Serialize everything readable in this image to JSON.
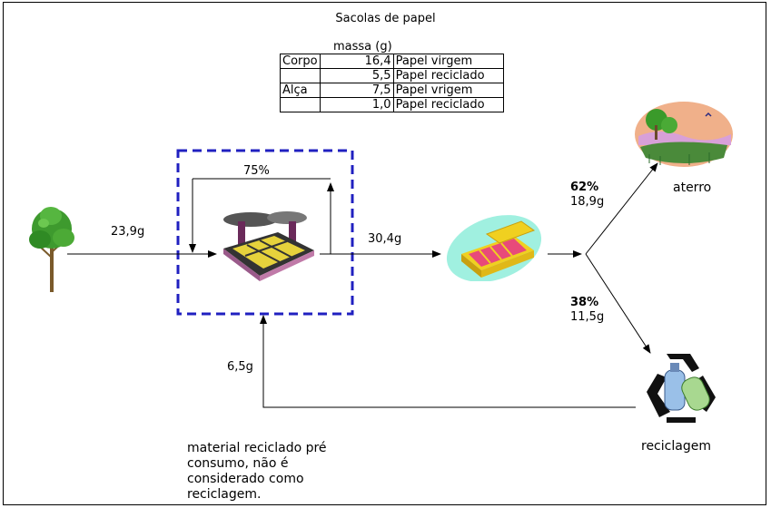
{
  "title": "Sacolas de papel",
  "table": {
    "header": "massa (g)",
    "rows": [
      {
        "part": "Corpo",
        "value": "16,4",
        "material": "Papel virgem"
      },
      {
        "part": "",
        "value": "5,5",
        "material": "Papel reciclado"
      },
      {
        "part": "Alça",
        "value": "7,5",
        "material": "Papel vrigem"
      },
      {
        "part": "",
        "value": "1,0",
        "material": "Papel reciclado"
      }
    ]
  },
  "flows": {
    "tree_to_factory": "23,9g",
    "internal_loop": "75%",
    "factory_to_product": "30,4g",
    "landfill_pct": "62%",
    "landfill_mass": "18,9g",
    "recycling_pct": "38%",
    "recycling_mass": "11,5g",
    "recycled_return": "6,5g"
  },
  "labels": {
    "landfill": "aterro",
    "recycling": "reciclagem",
    "note": "material reciclado pré consumo, não é considerado como reciclagem."
  },
  "icons": {
    "tree": "tree-icon",
    "factory": "factory-icon",
    "product": "paper-bag-box-icon",
    "landfill": "landscape-icon",
    "recycling": "recycling-icon"
  },
  "colors": {
    "dashed_box": "#2020c0"
  }
}
